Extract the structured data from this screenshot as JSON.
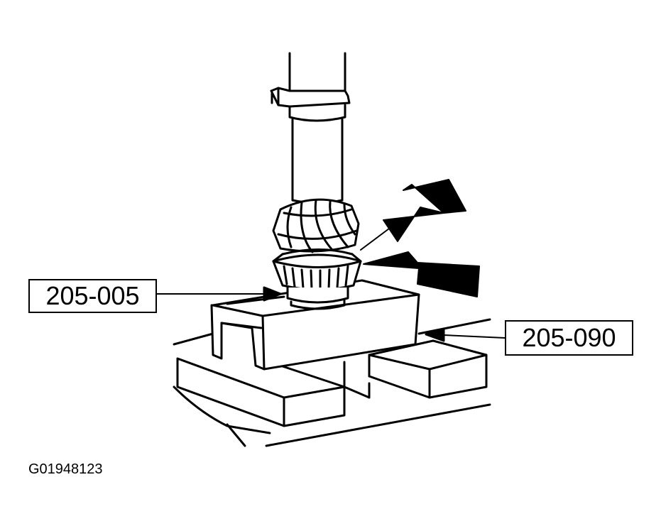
{
  "callouts": {
    "tool_left": "205-005",
    "tool_right": "205-090"
  },
  "figure_id": "G01948123",
  "icons": [
    "press-ram",
    "pinion-gear",
    "tapered-bearing",
    "bearing-plate",
    "vise-jaws",
    "pointer-arrow"
  ]
}
